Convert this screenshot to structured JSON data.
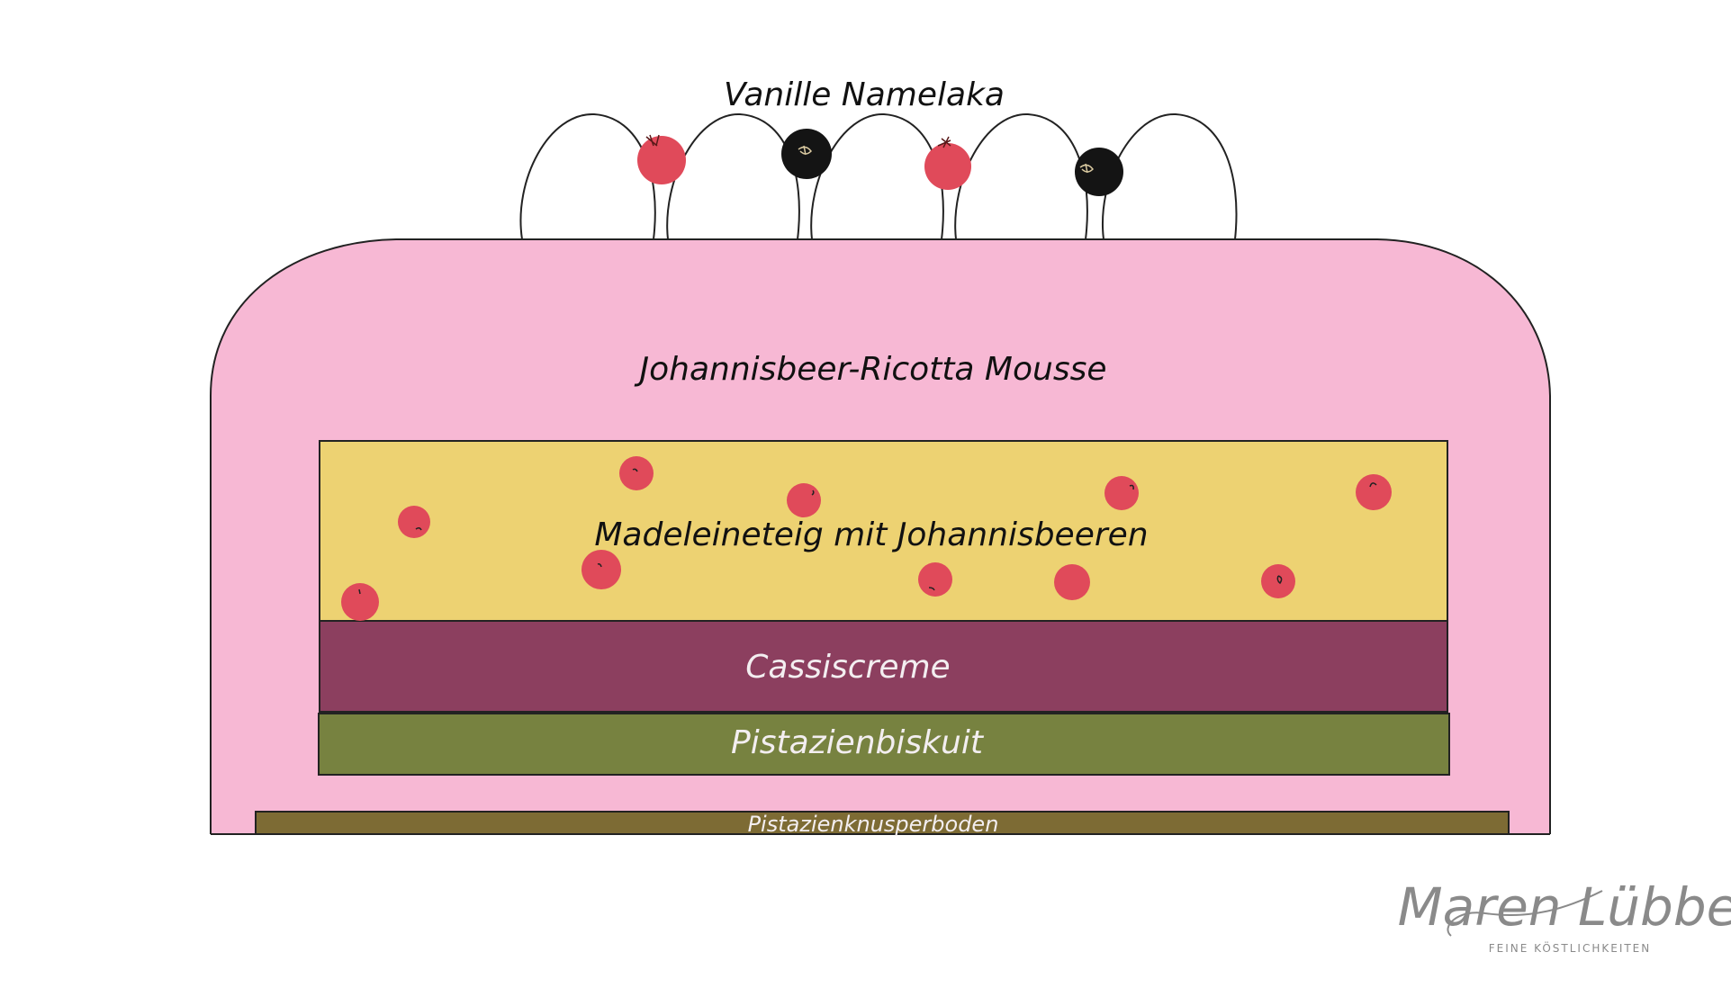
{
  "labels": {
    "namelaka": "Vanille Namelaka",
    "mousse": "Johannisbeer-Ricotta Mousse",
    "madeleine": "Madeleineteig mit Johannisbeeren",
    "cassis": "Cassiscreme",
    "biskuit": "Pistazienbiskuit",
    "knusperboden": "Pistazienknusperboden"
  },
  "logo": {
    "name": "Maren Lübbe",
    "tagline": "FEINE KÖSTLICHKEITEN"
  },
  "colors": {
    "mousse": "#f7b8d4",
    "madeleine": "#edd272",
    "cassis": "#8c3f5f",
    "biskuit": "#778240",
    "knusperboden": "#7d6b34",
    "redcurrant": "#e04a5a",
    "blackcurrant": "#141414",
    "outline": "#222222",
    "light_text": "#f3eef0",
    "logo": "#8a8a8a"
  },
  "icons": {
    "redcurrant": "redcurrant-icon",
    "blackcurrant": "blackcurrant-icon",
    "namelaka_dollop": "namelaka-dollop-icon"
  }
}
